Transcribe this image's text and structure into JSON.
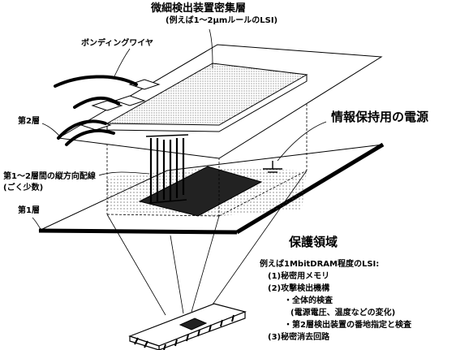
{
  "labels": {
    "title": "微細検出装置密集層",
    "title_sub": "(例えば1～2μmルールのLSI)",
    "bonding_wire": "ボンディングワイヤ",
    "layer2": "第2層",
    "info_power": "情報保持用の電源",
    "vertical_wiring_line1": "第1～2層間の縦方向配線",
    "vertical_wiring_line2": "(ごく少数)",
    "layer1": "第1層",
    "protected_area": "保護領域"
  },
  "details": {
    "intro": "例えば1MbitDRAM程度のLSI:",
    "item1": "(1)秘密用メモリ",
    "item2": "(2)攻撃検出機構",
    "item2a": "・全体的検査",
    "item2a_note": "(電源電圧、温度などの変化)",
    "item2b": "・第2層検出装置の番地指定と検査",
    "item3": "(3)秘密消去回路"
  },
  "colors": {
    "ink": "#000000",
    "dot": "#444444",
    "background": "#ffffff"
  }
}
